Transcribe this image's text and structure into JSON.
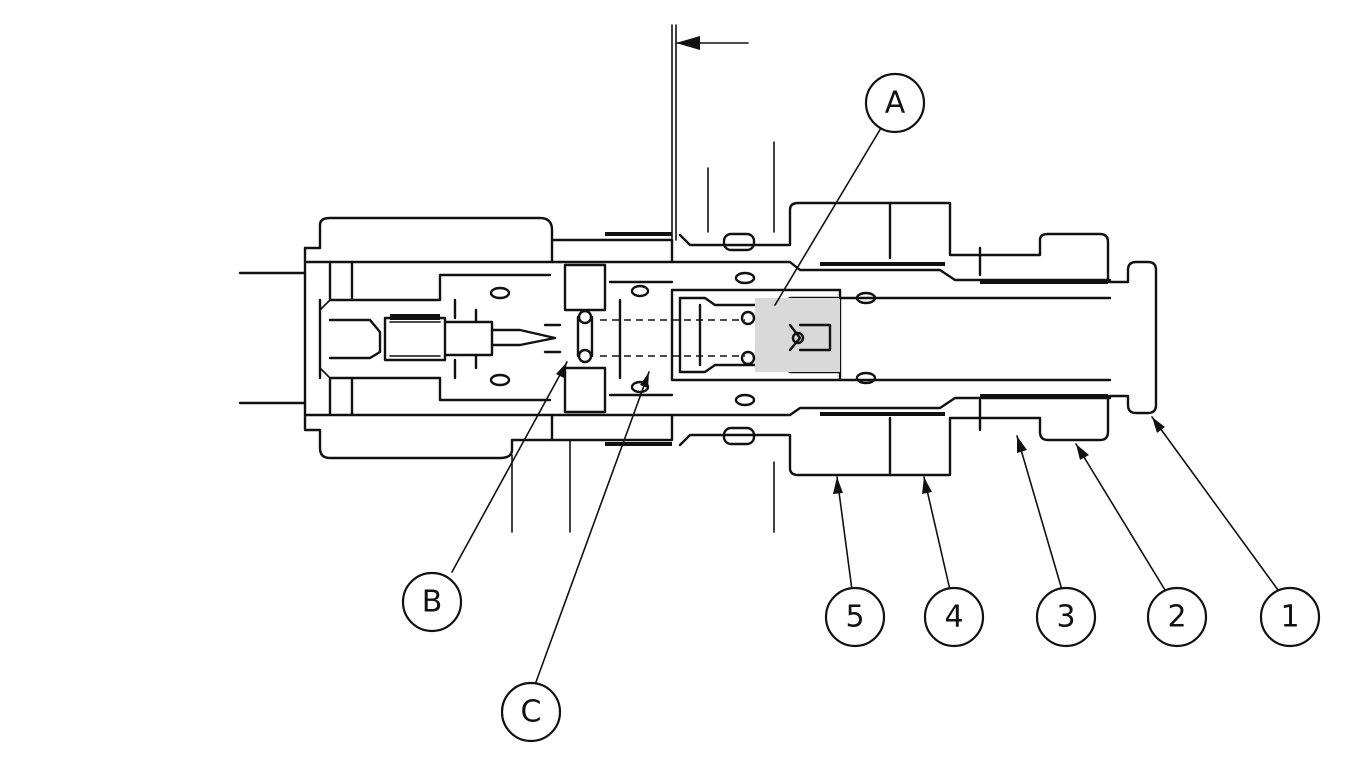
{
  "diagram": {
    "callouts": {
      "A": "A",
      "B": "B",
      "C": "C",
      "n1": "1",
      "n2": "2",
      "n3": "3",
      "n4": "4",
      "n5": "5"
    }
  }
}
